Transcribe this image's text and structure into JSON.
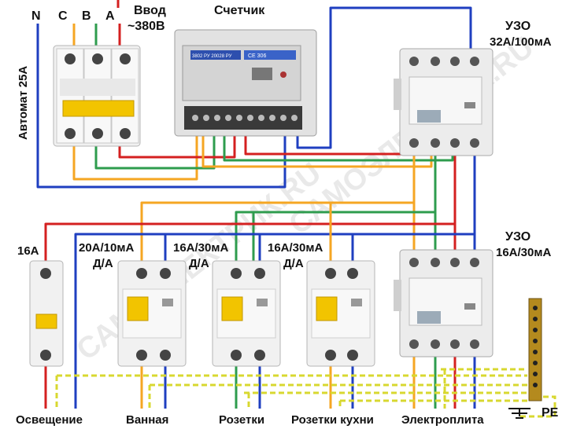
{
  "colors": {
    "neutral": "#1f3fc0",
    "phase_a": "#d42020",
    "phase_b": "#2e9c4e",
    "phase_c": "#f5a623",
    "pe": "#d8d830"
  },
  "labels": {
    "n": "N",
    "c": "C",
    "b": "B",
    "a": "A",
    "input_line1": "Ввод",
    "input_line2": "~380В",
    "meter": "Счетчик",
    "main_breaker": "Автомат 25А",
    "rcd_main_line1": "УЗО",
    "rcd_main_line2": "32А/100мА",
    "rcd_stove_line1": "УЗО",
    "rcd_stove_line2": "16А/30мА",
    "breaker_16a": "16А",
    "rcbo1_line1": "20А/10мА",
    "rcbo1_line2": "Д/А",
    "rcbo2_line1": "16А/30мА",
    "rcbo2_line2": "Д/А",
    "rcbo3_line1": "16А/30мА",
    "rcbo3_line2": "Д/А",
    "pe": "PE"
  },
  "meter_face": {
    "model_left": "3802 РУ 20028 РУ",
    "model_right": "CE 306"
  },
  "circuits": [
    {
      "name": "Освещение"
    },
    {
      "name": "Ванная"
    },
    {
      "name": "Розетки"
    },
    {
      "name": "Розетки кухни"
    },
    {
      "name": "Электроплита"
    }
  ],
  "watermark": "САМОЭЛЕКТРИК.RU"
}
